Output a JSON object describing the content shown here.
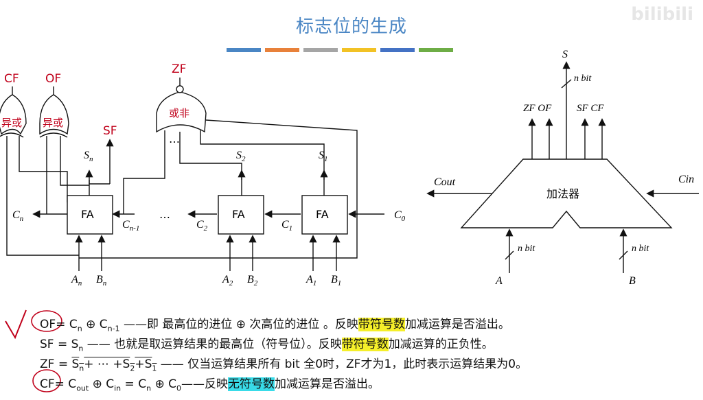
{
  "title": "标志位的生成",
  "watermark": "bilibili",
  "color_bars": [
    "#4a86c4",
    "#e8813a",
    "#a5a5a5",
    "#f2c225",
    "#4472c4",
    "#6ead46"
  ],
  "left_circuit": {
    "cf": "CF",
    "of": "OF",
    "zf": "ZF",
    "sf": "SF",
    "xor_gate": "异或",
    "nor_gate": "或非",
    "ellipsis": "…",
    "fa": "FA",
    "s_n": "S",
    "s_n_sub": "n",
    "s_2": "S",
    "s_2_sub": "2",
    "s_1": "S",
    "s_1_sub": "1",
    "c_n": "C",
    "c_n_sub": "n",
    "c_n1": "C",
    "c_n1_sub": "n-1",
    "c_2": "C",
    "c_2_sub": "2",
    "c_1": "C",
    "c_1_sub": "1",
    "c_0": "C",
    "c_0_sub": "0",
    "a_n": "A",
    "a_n_sub": "n",
    "b_n": "B",
    "b_n_sub": "n",
    "a_2": "A",
    "a_2_sub": "2",
    "b_2": "B",
    "b_2_sub": "2",
    "a_1": "A",
    "a_1_sub": "1",
    "b_1": "B",
    "b_1_sub": "1"
  },
  "right_adder": {
    "label": "加法器",
    "s": "S",
    "n_bit": "n bit",
    "zf_of": "ZF OF",
    "sf_cf": "SF CF",
    "cout": "Cout",
    "cin": "Cin",
    "a": "A",
    "b": "B"
  },
  "formulas": {
    "of": {
      "lhs": "OF",
      "eq": "= C",
      "s1": "n",
      "op": " ⊕ C",
      "s2": "n-1",
      "t1": " ——即 最高位的进位 ⊕ 次高位的进位 。反映",
      "hl": "带符号数",
      "t2": "加减运算是否溢出。"
    },
    "sf": {
      "lhs": "SF = S",
      "s1": "n",
      "t1": " —— 也就是取运算结果的最高位（符号位）。反映",
      "hl": "带符号数",
      "t2": "加减运算的正负性。"
    },
    "zf": {
      "lhs": "ZF = ",
      "ov1": "S",
      "os1": "n",
      "ov2": "+ ⋯ +S",
      "os2": "2",
      "ov3": "+S",
      "os3": "1",
      "t1": "  —— 仅当运算结果所有 bit 全0时，ZF才为1，此时表示运算结果为0。"
    },
    "cf": {
      "lhs": "CF",
      "eq": "= C",
      "s1": "out",
      "op": " ⊕ C",
      "s2": "in",
      "eq2": " = C",
      "s3": "n",
      "op2": " ⊕ C",
      "s4": "0",
      "t1": "——反映",
      "hl": "无符号数",
      "t2": "加减运算是否溢出。"
    }
  }
}
